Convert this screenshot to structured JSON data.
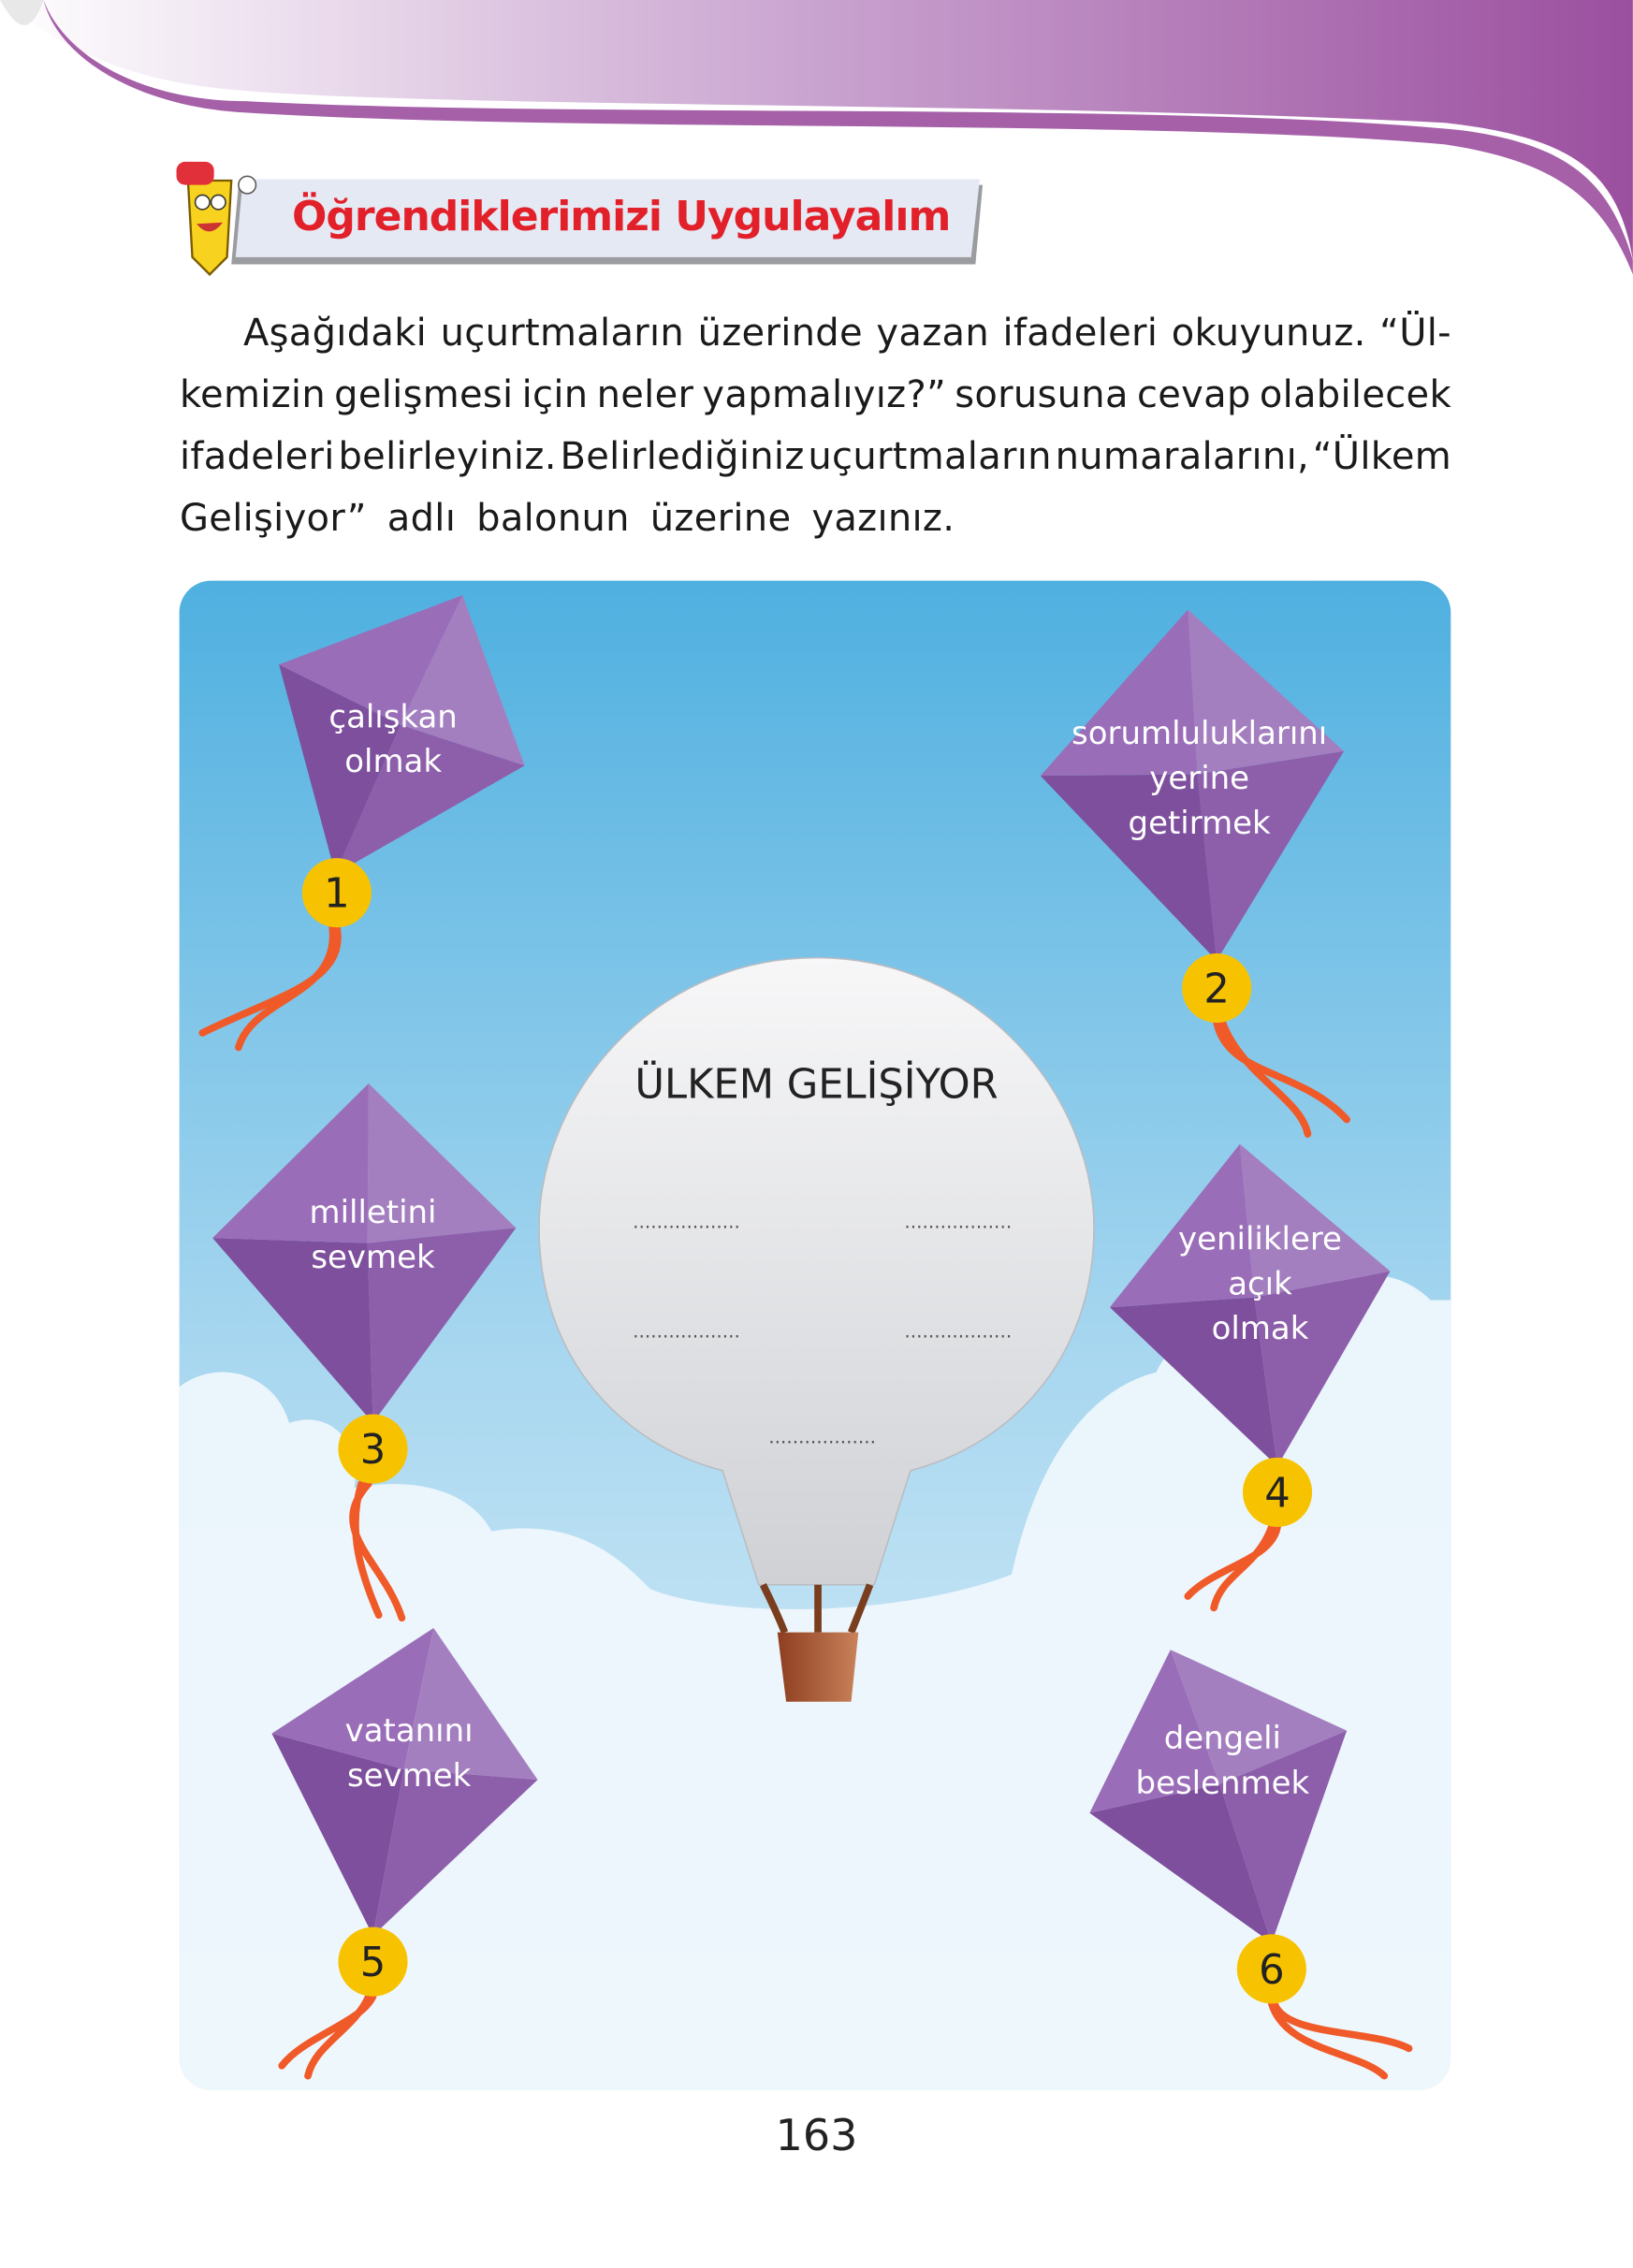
{
  "header": {
    "section_title": "Öğrendiklerimizi Uygulayalım",
    "mascot_icon": "pencil-mascot-icon"
  },
  "instructions": {
    "lines": [
      "Aşağıdaki uçurtmaların üzerinde yazan ifadeleri okuyunuz. “Ül-",
      "kemizin gelişmesi için neler yapmalıyız?” sorusuna cevap olabilecek",
      "ifadeleri belirleyiniz. Belirlediğiniz uçurtmaların numaralarını, “Ülkem",
      "Gelişiyor” adlı balonun üzerine yazınız."
    ]
  },
  "balloon": {
    "title": "ÜLKEM GELİŞİYOR",
    "blanks": [
      "..................",
      "..................",
      "..................",
      "..................",
      ".................."
    ]
  },
  "kites": [
    {
      "number": "1",
      "lines": [
        "çalışkan",
        "olmak"
      ]
    },
    {
      "number": "2",
      "lines": [
        "sorumluluklarını",
        "yerine",
        "getirmek"
      ]
    },
    {
      "number": "3",
      "lines": [
        "milletini",
        "sevmek"
      ]
    },
    {
      "number": "4",
      "lines": [
        "yeniliklere",
        "açık",
        "olmak"
      ]
    },
    {
      "number": "5",
      "lines": [
        "vatanını",
        "sevmek"
      ]
    },
    {
      "number": "6",
      "lines": [
        "dengeli",
        "beslenmek"
      ]
    }
  ],
  "page_number": "163",
  "colors": {
    "header_purple": "#9b4f9f",
    "title_red": "#e2202a",
    "sky_top": "#4fb0e0",
    "kite_purple": "#9466b0",
    "badge_yellow": "#f7c300",
    "tail_orange": "#f05a28"
  }
}
